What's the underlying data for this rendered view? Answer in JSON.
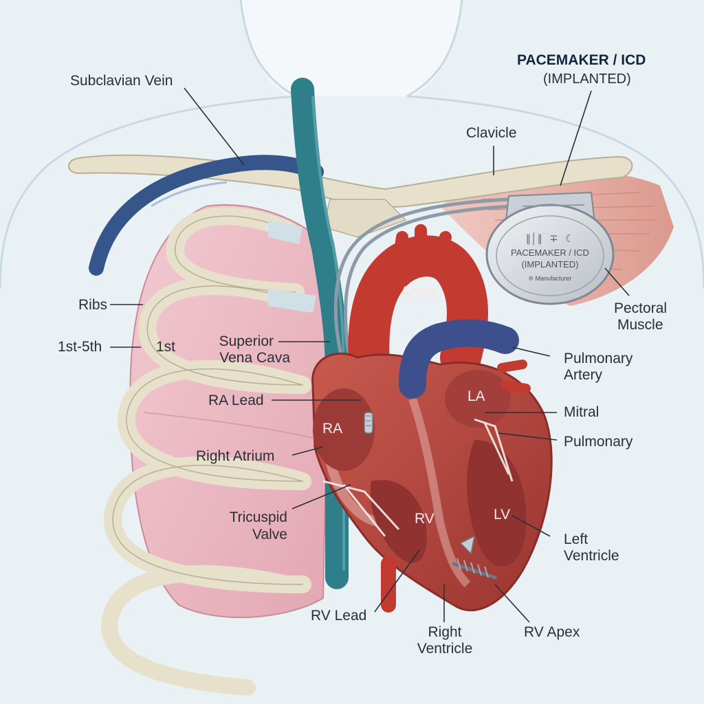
{
  "title": {
    "device_line1": "PACEMAKER / ICD",
    "device_line2": "(IMPLANTED)"
  },
  "device_face": {
    "line1": "PACEMAKER / ICD",
    "line2": "(IMPLANTED)",
    "brand": "Manufacturer",
    "icon_symbols": [
      "∥│∥",
      "∓",
      "☾"
    ]
  },
  "labels": {
    "subclavian_vein": "Subclavian Vein",
    "clavicle": "Clavicle",
    "pectoral_muscle_l1": "Pectoral",
    "pectoral_muscle_l2": "Muscle",
    "aorta": "Aorta",
    "ribs": "Ribs",
    "rib_range": "1st-5th",
    "first_rib": "1st",
    "svc_l1": "Superior",
    "svc_l2": "Vena Cava",
    "pulm_artery_l1": "Pulmonary",
    "pulm_artery_l2": "Artery",
    "ra_lead": "RA Lead",
    "ra": "RA",
    "la": "LA",
    "mitral": "Mitral",
    "pulmonary": "Pulmonary",
    "right_atrium": "Right Atrium",
    "tricuspid_l1": "Tricuspid",
    "tricuspid_l2": "Valve",
    "rv": "RV",
    "lv": "LV",
    "left_ventricle_l1": "Left",
    "left_ventricle_l2": "Ventricle",
    "rv_lead": "RV Lead",
    "right_ventricle_l1": "Right",
    "right_ventricle_l2": "Ventricle",
    "rv_apex": "RV Apex"
  },
  "colors": {
    "background": "#f4f8fa",
    "skin_outline": "#c9d9e2",
    "bone": "#e7e1cc",
    "lung": "#eab7c1",
    "heart": "#b8473e",
    "vein_blue": "#3a5a8c",
    "vena_cava": "#2f7f8a",
    "aorta": "#c23a30",
    "muscle": "#e7a79b",
    "device": "#d7dbe0"
  }
}
